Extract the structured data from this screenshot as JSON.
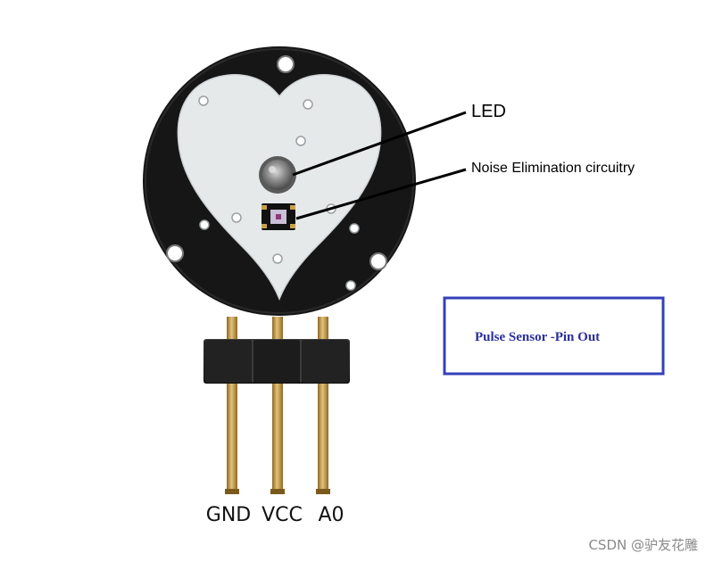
{
  "callouts": {
    "led": "LED",
    "noise": "Noise Elimination circuitry"
  },
  "info_box": {
    "title": "Pulse Sensor -Pin Out"
  },
  "pins": [
    {
      "label": "GND"
    },
    {
      "label": "VCC"
    },
    {
      "label": "A0"
    }
  ],
  "watermark": "CSDN @驴友花雕",
  "colors": {
    "board": "#161616",
    "heart": "#e6e9ea",
    "pin_gold": "#c9a04a",
    "box_border": "#3540b8",
    "box_text": "#2b2f9a"
  }
}
